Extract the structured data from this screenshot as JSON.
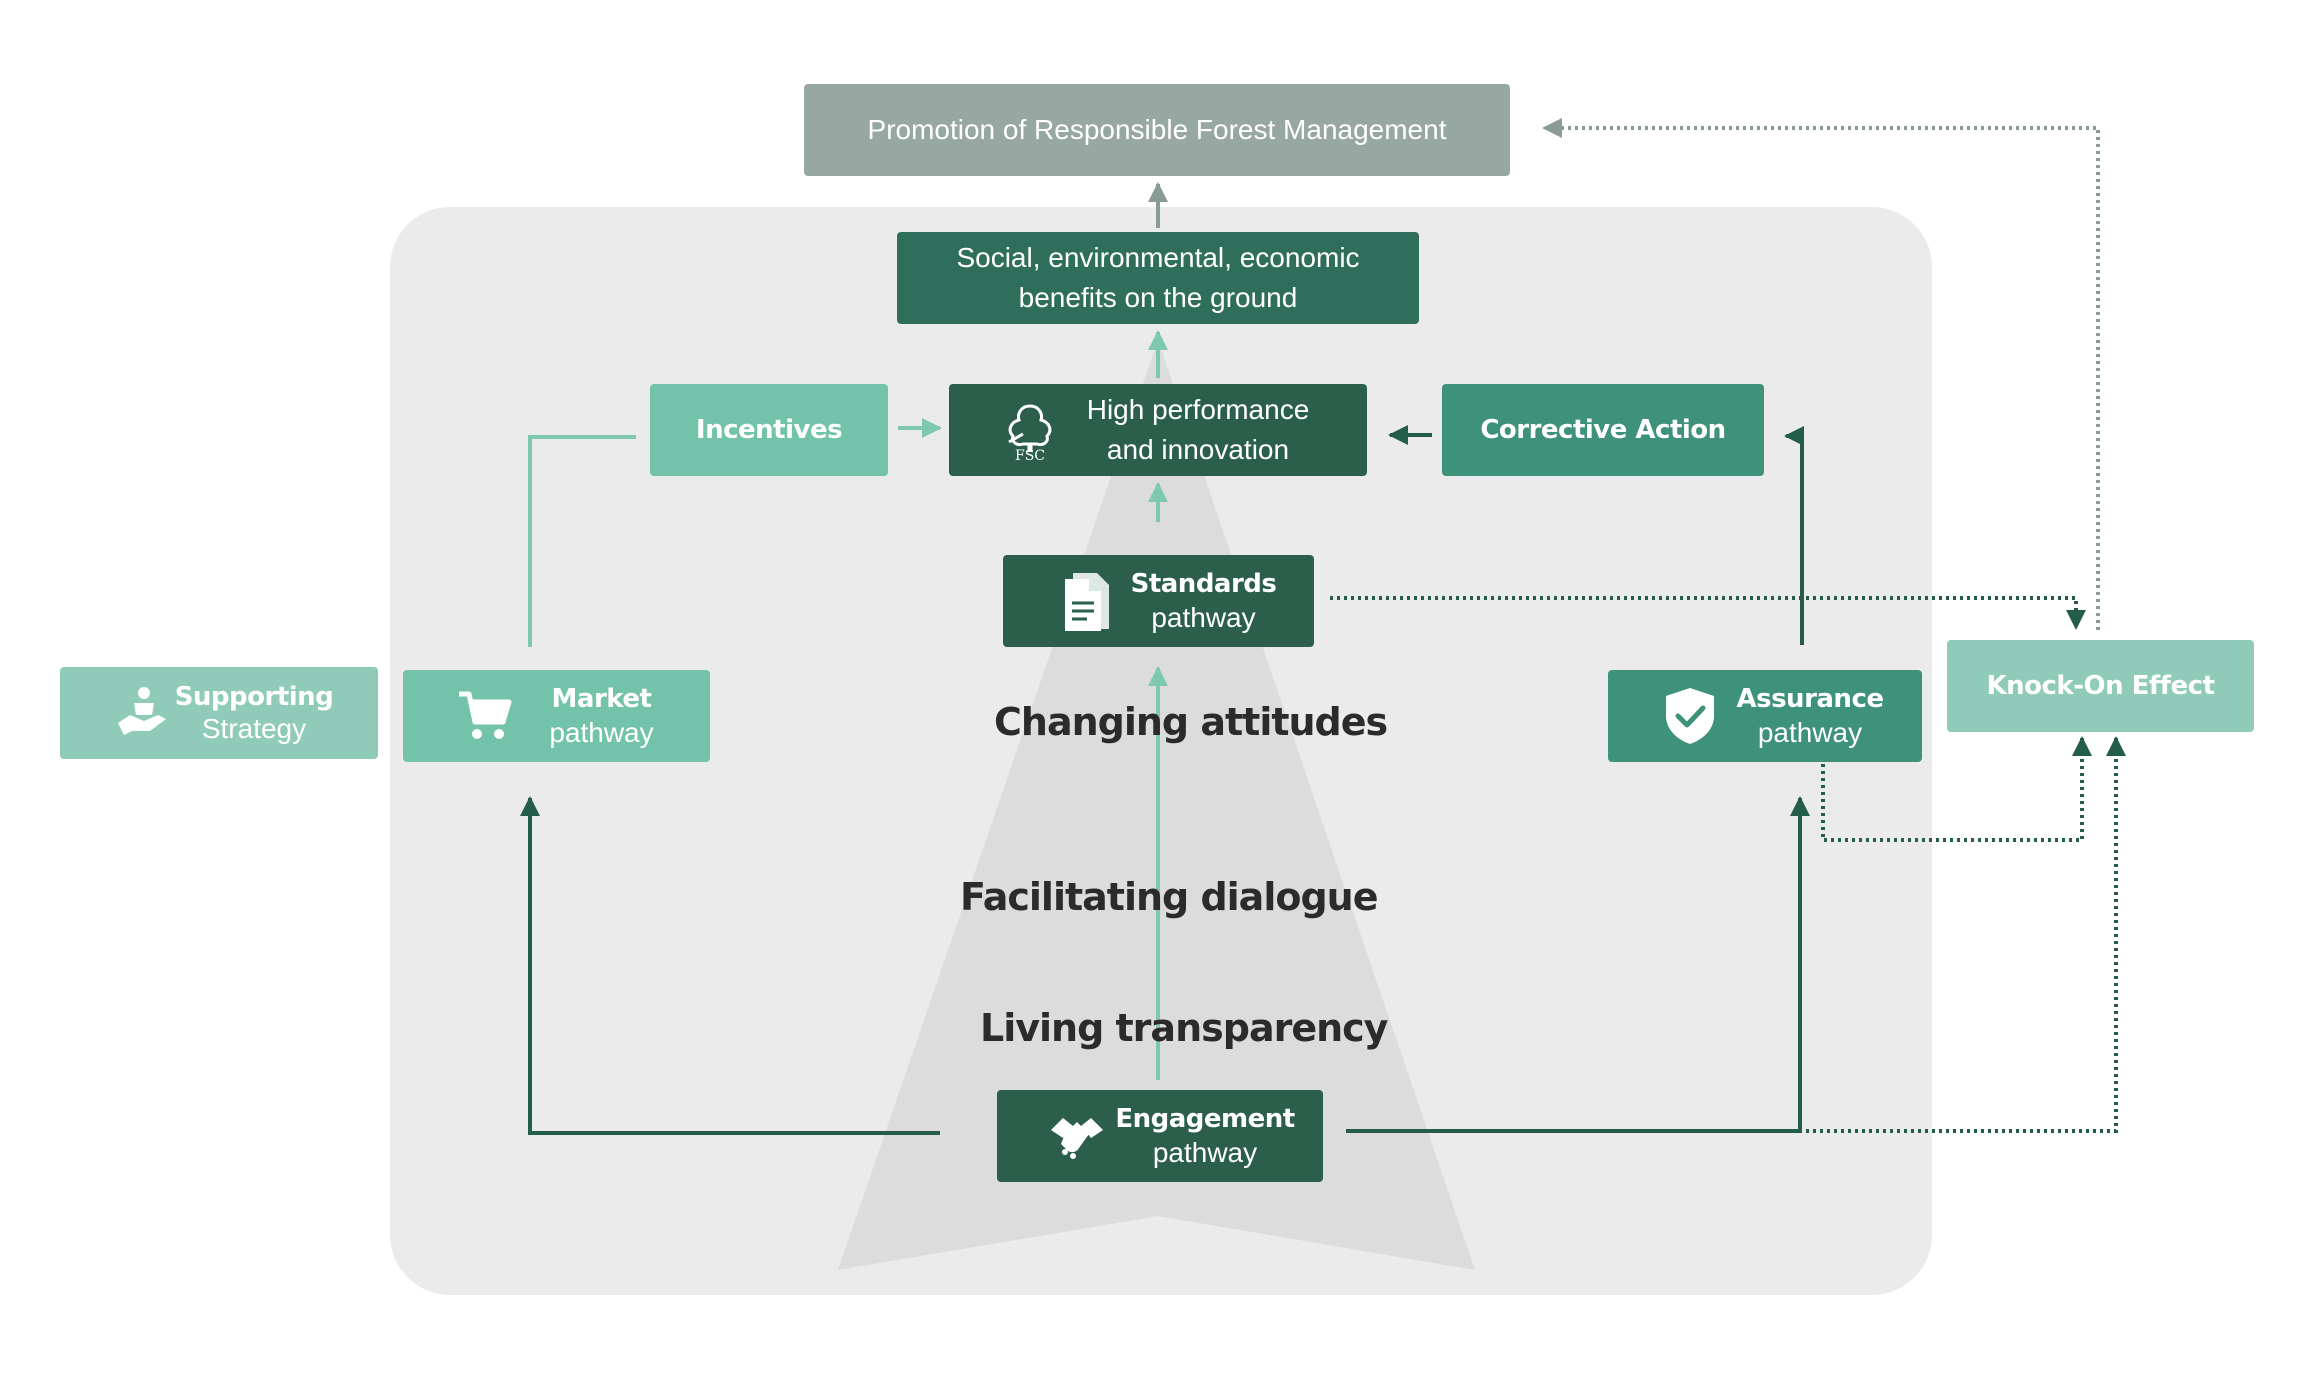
{
  "colors": {
    "panel": "#ebebeb",
    "triangle": "#dcdcdc",
    "promotion_fill": "#97a7a1",
    "dark_green": "#2b5f4c",
    "mid_green": "#2f6e5b",
    "assurance_green": "#3e927a",
    "light_green": "#73c3ab",
    "knock_on_fill": "#8fcbb8",
    "arrow_dark": "#245d49",
    "arrow_light": "#7fc8b0",
    "arrow_grey": "#8a9b95"
  },
  "promotion": {
    "label": "Promotion of Responsible Forest Management"
  },
  "benefits": {
    "line1": "Social, environmental, economic",
    "line2": "benefits on the ground"
  },
  "high_performance": {
    "line1": "High performance",
    "line2": "and innovation",
    "logo_text": "FSC",
    "icon": "fsc-tree-logo"
  },
  "incentives": {
    "label": "Incentives"
  },
  "corrective_action": {
    "label": "Corrective Action"
  },
  "standards": {
    "title": "Standards",
    "subtitle": "pathway",
    "icon": "document-icon"
  },
  "supporting": {
    "title": "Supporting",
    "subtitle": "Strategy",
    "icon": "hand-support-icon"
  },
  "market": {
    "title": "Market",
    "subtitle": "pathway",
    "icon": "cart-icon"
  },
  "assurance": {
    "title": "Assurance",
    "subtitle": "pathway",
    "icon": "shield-check-icon"
  },
  "knock_on": {
    "label": "Knock-On Effect"
  },
  "engagement": {
    "title": "Engagement",
    "subtitle": "pathway",
    "icon": "handshake-icon"
  },
  "levels": {
    "changing": "Changing  attitudes",
    "facilitating": "Facilitating  dialogue",
    "living": "Living transparency"
  }
}
